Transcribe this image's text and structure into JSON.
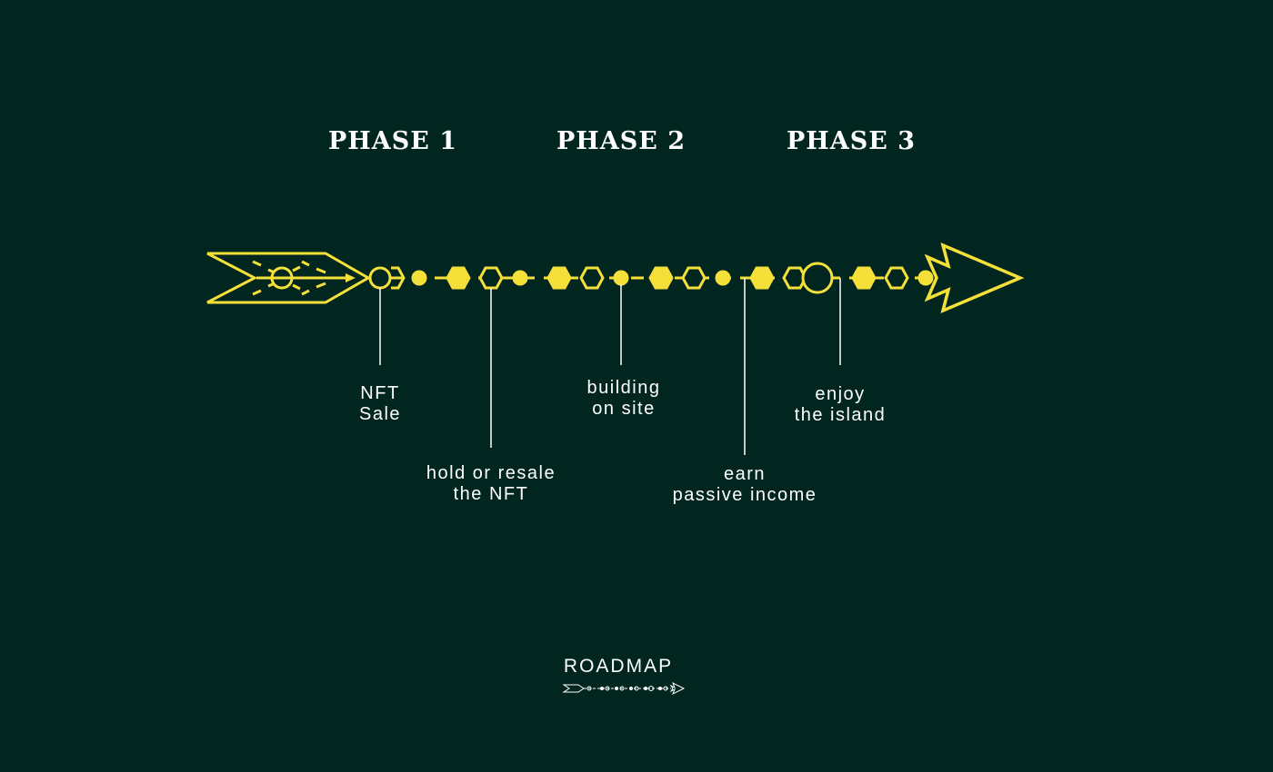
{
  "phases": [
    {
      "label": "PHASE 1"
    },
    {
      "label": "PHASE 2"
    },
    {
      "label": "PHASE 3"
    }
  ],
  "milestones": [
    {
      "line1": "NFT",
      "line2": "Sale"
    },
    {
      "line1": "hold or resale",
      "line2": "the NFT"
    },
    {
      "line1": "building",
      "line2": "on site"
    },
    {
      "line1": "earn",
      "line2": "passive income"
    },
    {
      "line1": "enjoy",
      "line2": "the island"
    }
  ],
  "footer": {
    "title": "ROADMAP"
  },
  "colors": {
    "background": "#012620",
    "accent": "#f5e03a",
    "text": "#ffffff"
  }
}
